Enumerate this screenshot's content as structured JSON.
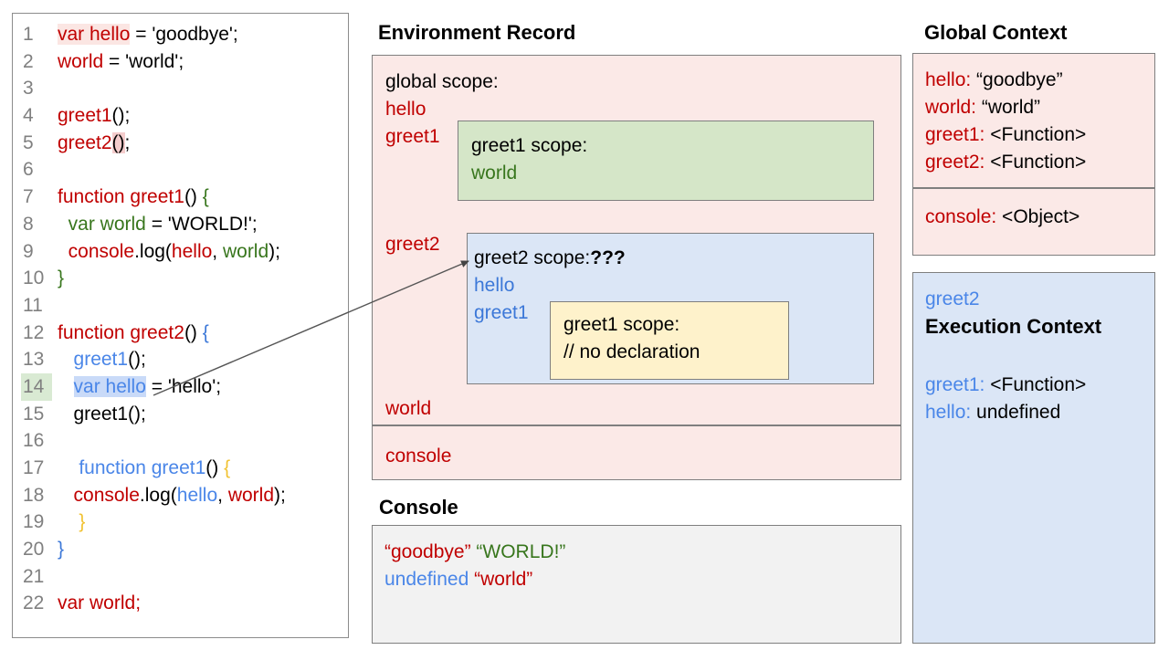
{
  "colors": {
    "red": "#c00000",
    "green": "#38761d",
    "blue": "#3c78d8",
    "lightblue": "#4a86e8",
    "yellow": "#f1c232",
    "black": "#000000",
    "gray": "#808080"
  },
  "fills": {
    "pink": "#fbe9e7",
    "green": "#d5e6c8",
    "blue": "#dbe6f6",
    "yellow": "#fef2cb",
    "gray": "#f2f2f2"
  },
  "code": {
    "lines": [
      {
        "num": "1",
        "segs": [
          {
            "t": "var hello",
            "c": "red",
            "hl": "pinkfaint"
          },
          {
            "t": " = 'goodbye';",
            "c": "black"
          }
        ]
      },
      {
        "num": "2",
        "segs": [
          {
            "t": "world",
            "c": "red"
          },
          {
            "t": " = 'world';",
            "c": "black"
          }
        ]
      },
      {
        "num": "3",
        "segs": []
      },
      {
        "num": "4",
        "segs": [
          {
            "t": "greet1",
            "c": "red"
          },
          {
            "t": "();",
            "c": "black"
          }
        ]
      },
      {
        "num": "5",
        "segs": [
          {
            "t": "greet2",
            "c": "red"
          },
          {
            "t": "()",
            "c": "black",
            "hl": "pink"
          },
          {
            "t": ";",
            "c": "black"
          }
        ]
      },
      {
        "num": "6",
        "segs": []
      },
      {
        "num": "7",
        "segs": [
          {
            "t": "function greet1",
            "c": "red"
          },
          {
            "t": "() ",
            "c": "black"
          },
          {
            "t": "{",
            "c": "green"
          }
        ]
      },
      {
        "num": "8",
        "segs": [
          {
            "t": "  ",
            "c": "black"
          },
          {
            "t": "var world",
            "c": "green"
          },
          {
            "t": " = 'WORLD!';",
            "c": "black"
          }
        ]
      },
      {
        "num": "9",
        "segs": [
          {
            "t": "  ",
            "c": "black"
          },
          {
            "t": "console",
            "c": "red"
          },
          {
            "t": ".log(",
            "c": "black"
          },
          {
            "t": "hello",
            "c": "red"
          },
          {
            "t": ", ",
            "c": "black"
          },
          {
            "t": "world",
            "c": "green"
          },
          {
            "t": ");",
            "c": "black"
          }
        ]
      },
      {
        "num": "10",
        "segs": [
          {
            "t": "}",
            "c": "green"
          }
        ]
      },
      {
        "num": "11",
        "segs": []
      },
      {
        "num": "12",
        "segs": [
          {
            "t": "function greet2",
            "c": "red"
          },
          {
            "t": "() ",
            "c": "black"
          },
          {
            "t": "{",
            "c": "blue"
          }
        ]
      },
      {
        "num": "13",
        "segs": [
          {
            "t": "   ",
            "c": "black"
          },
          {
            "t": "greet1",
            "c": "lightblue"
          },
          {
            "t": "();",
            "c": "black"
          }
        ]
      },
      {
        "num": "14",
        "num_hl": true,
        "segs": [
          {
            "t": "   ",
            "c": "black"
          },
          {
            "t": "var hello",
            "c": "lightblue",
            "hl": "blue"
          },
          {
            "t": " = 'hello';",
            "c": "black"
          }
        ]
      },
      {
        "num": "15",
        "segs": [
          {
            "t": "   greet1();",
            "c": "black"
          }
        ]
      },
      {
        "num": "16",
        "segs": []
      },
      {
        "num": "17",
        "segs": [
          {
            "t": "    ",
            "c": "black"
          },
          {
            "t": "function greet1",
            "c": "lightblue"
          },
          {
            "t": "() ",
            "c": "black"
          },
          {
            "t": "{",
            "c": "yellow"
          }
        ]
      },
      {
        "num": "18",
        "segs": [
          {
            "t": "   ",
            "c": "black"
          },
          {
            "t": "console",
            "c": "red"
          },
          {
            "t": ".log(",
            "c": "black"
          },
          {
            "t": "hello",
            "c": "lightblue"
          },
          {
            "t": ", ",
            "c": "black"
          },
          {
            "t": "world",
            "c": "red"
          },
          {
            "t": ");",
            "c": "black"
          }
        ]
      },
      {
        "num": "19",
        "segs": [
          {
            "t": "    ",
            "c": "black"
          },
          {
            "t": "}",
            "c": "yellow"
          }
        ]
      },
      {
        "num": "20",
        "segs": [
          {
            "t": "}",
            "c": "blue"
          }
        ]
      },
      {
        "num": "21",
        "segs": []
      },
      {
        "num": "22",
        "segs": [
          {
            "t": "var world;",
            "c": "red"
          }
        ]
      }
    ]
  },
  "env_record": {
    "title": "Environment Record",
    "global_scope_label": "global scope:",
    "hello_label": "hello",
    "greet1_label": "greet1",
    "greet2_label": "greet2",
    "world_label": "world",
    "console_label": "console",
    "greet1_scope": {
      "lines": [
        [
          {
            "t": "greet1 scope:",
            "c": "black"
          }
        ],
        [
          {
            "t": "world",
            "c": "green"
          }
        ]
      ]
    },
    "greet2_scope": {
      "lines": [
        [
          {
            "t": "greet2 scope:",
            "c": "black"
          },
          {
            "t": "???",
            "c": "black",
            "b": true
          }
        ],
        [
          {
            "t": "hello",
            "c": "blue"
          }
        ],
        [
          {
            "t": "greet1",
            "c": "blue"
          }
        ]
      ],
      "inner": {
        "lines": [
          [
            {
              "t": "greet1 scope:",
              "c": "black"
            }
          ],
          [
            {
              "t": "// no declaration",
              "c": "black"
            }
          ]
        ]
      }
    }
  },
  "console_panel": {
    "title": "Console",
    "lines": [
      [
        {
          "t": "“goodbye”",
          "c": "red"
        },
        {
          "t": " ",
          "c": "black"
        },
        {
          "t": "“WORLD!”",
          "c": "green"
        }
      ],
      [
        {
          "t": "undefined",
          "c": "lightblue"
        },
        {
          "t": " ",
          "c": "black"
        },
        {
          "t": "“world”",
          "c": "red"
        }
      ]
    ]
  },
  "global_context": {
    "title": "Global Context",
    "vars": [
      [
        {
          "t": "hello:",
          "c": "red"
        },
        {
          "t": " “goodbye”",
          "c": "black"
        }
      ],
      [
        {
          "t": "world:",
          "c": "red"
        },
        {
          "t": " “world”",
          "c": "black"
        }
      ],
      [
        {
          "t": "greet1:",
          "c": "red"
        },
        {
          "t": " <Function>",
          "c": "black"
        }
      ],
      [
        {
          "t": "greet2:",
          "c": "red"
        },
        {
          "t": " <Function>",
          "c": "black"
        }
      ]
    ],
    "console_line": [
      [
        {
          "t": "console:",
          "c": "red"
        },
        {
          "t": " <Object>",
          "c": "black"
        }
      ]
    ]
  },
  "execution_context": {
    "fn_name": "greet2",
    "title": "Execution Context",
    "entries": [
      [
        {
          "t": "greet1:",
          "c": "lightblue"
        },
        {
          "t": " <Function>",
          "c": "black"
        }
      ],
      [
        {
          "t": "hello:",
          "c": "lightblue"
        },
        {
          "t": " undefined",
          "c": "black"
        }
      ]
    ]
  }
}
